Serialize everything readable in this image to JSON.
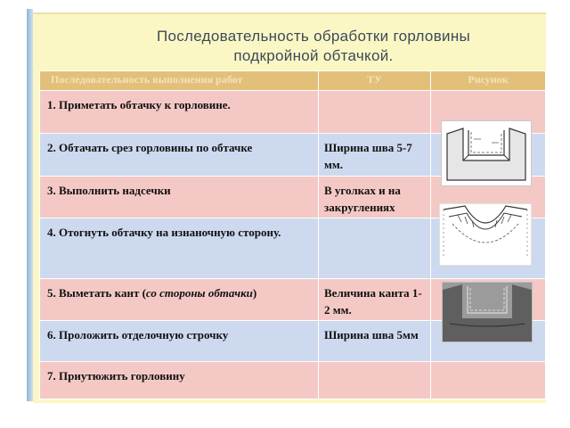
{
  "slide": {
    "title_line1": "Последовательность обработки горловины",
    "title_line2": "подкройной обтачкой."
  },
  "table": {
    "headers": [
      "Последовательность выполнения работ",
      "ТУ",
      "Рисунок"
    ],
    "rows": [
      {
        "step": "1. Приметать обтачку к горловине.",
        "note": ""
      },
      {
        "step": "2. Обтачать срез горловины по обтачке",
        "note": "Ширина шва 5-7 мм."
      },
      {
        "step": "3. Выполнить надсечки",
        "note": "В уголках и на закруглениях"
      },
      {
        "step": "4. Отогнуть обтачку на изнаночную сторону.",
        "note": ""
      },
      {
        "step_main": "5. Выметать кант (",
        "step_italic": "со стороны обтачки",
        "step_end": ")",
        "note": "Величина канта 1-2 мм."
      },
      {
        "step": "6. Проложить отделочную строчку",
        "note": "Ширина шва 5мм"
      },
      {
        "step": "7. Приутюжить горловину",
        "note": ""
      }
    ]
  }
}
